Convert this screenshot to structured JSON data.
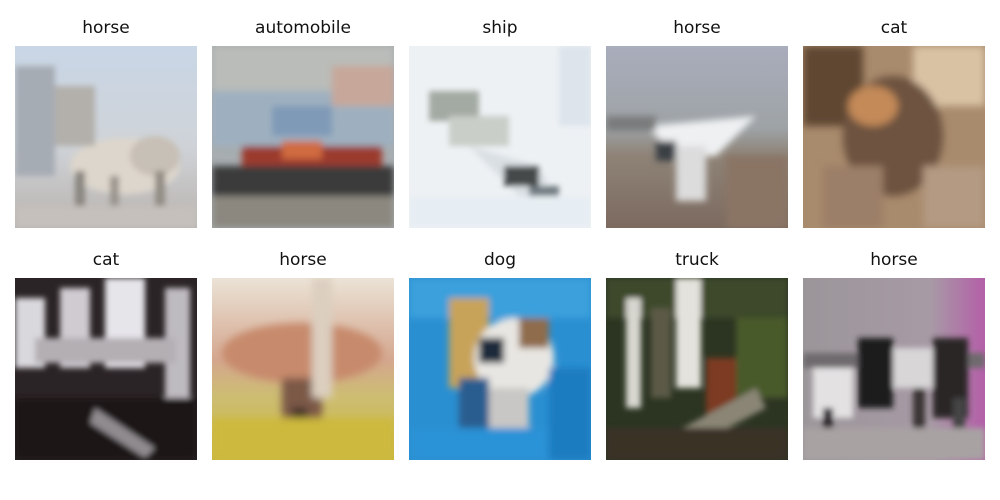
{
  "images": [
    {
      "label": "horse"
    },
    {
      "label": "automobile"
    },
    {
      "label": "ship"
    },
    {
      "label": "horse"
    },
    {
      "label": "cat"
    },
    {
      "label": "cat"
    },
    {
      "label": "horse"
    },
    {
      "label": "dog"
    },
    {
      "label": "truck"
    },
    {
      "label": "horse"
    }
  ]
}
